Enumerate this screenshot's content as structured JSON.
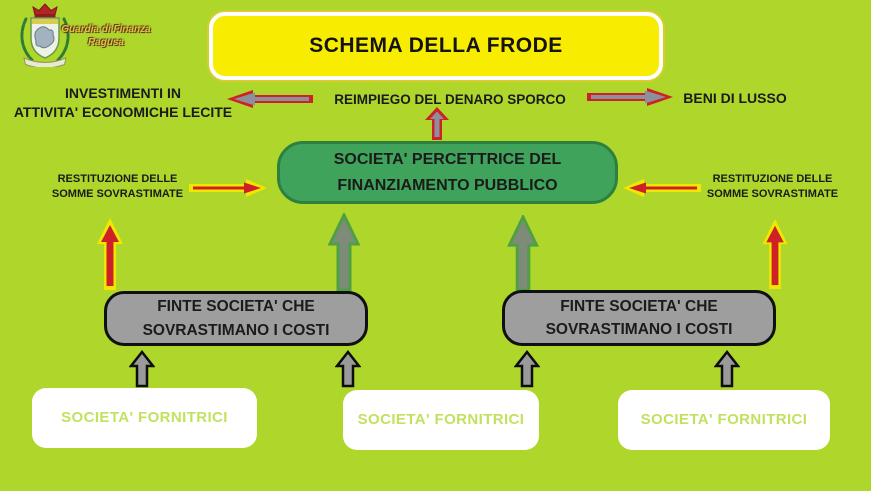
{
  "logo": {
    "organization": "Guardia di Finanza",
    "location": "Ragusa"
  },
  "title": "SCHEMA DELLA FRODE",
  "top_row": {
    "investimenti_line1": "INVESTIMENTI IN",
    "investimenti_line2": "ATTIVITA' ECONOMICHE LECITE",
    "reimpiego": "REIMPIEGO DEL DENARO SPORCO",
    "beni_di_lusso": "BENI DI LUSSO"
  },
  "center": {
    "percettrice_line1": "SOCIETA' PERCETTRICE DEL",
    "percettrice_line2": "FINANZIAMENTO PUBBLICO",
    "restituzione_line1": "RESTITUZIONE DELLE",
    "restituzione_line2": "SOMME SOVRASTIMATE"
  },
  "middle_row": {
    "finte_line1": "FINTE SOCIETA' CHE",
    "finte_line2": "SOVRASTIMANO I COSTI"
  },
  "bottom_row": {
    "fornitrici": "SOCIETA' FORNITRICI"
  },
  "arrows": {
    "reinvestment_left": "flow-to-licit-investments",
    "reinvestment_up": "flow-to-dirty-money-reuse",
    "reinvestment_right": "flow-to-luxury-goods",
    "restitution_left": "overestimated-sums-return-left",
    "restitution_right": "overestimated-sums-return-right",
    "invoice_flow": "inflated-cost-flows",
    "supply_flow": "supplier-flows"
  },
  "colors": {
    "background": "#aed62b",
    "title_bg": "#f8ec00",
    "receiver_box": "#3fa35c",
    "shell_box": "#9e9e9e",
    "supplier_text": "#c2e15e",
    "red_arrow": "#cd2027",
    "gray_arrow_fill": "#8e8f9c",
    "yellow_arrow": "#f2e700",
    "green_arrow": "#4f9f45"
  }
}
